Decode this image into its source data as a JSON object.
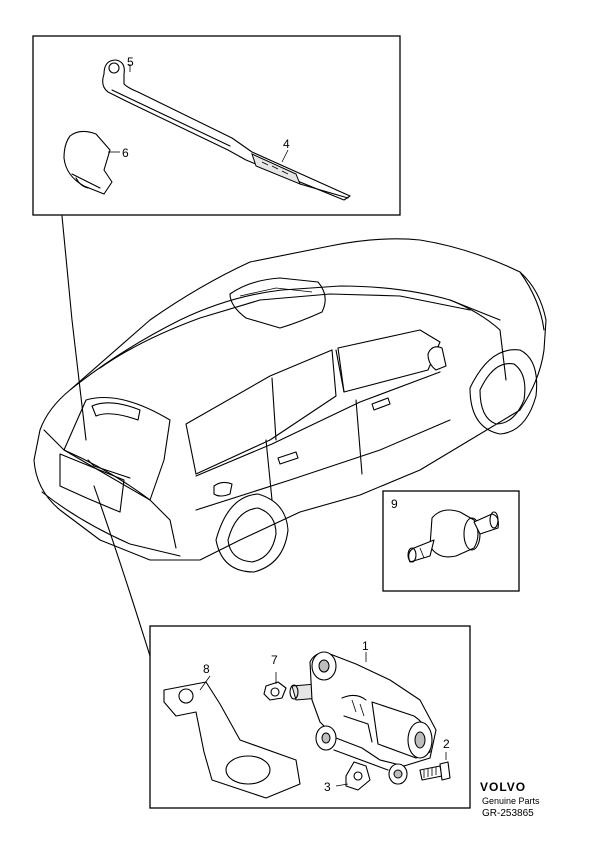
{
  "callouts": {
    "c1": "1",
    "c2": "2",
    "c3": "3",
    "c4": "4",
    "c5": "5",
    "c6": "6",
    "c7": "7",
    "c8": "8",
    "c9": "9"
  },
  "brand": {
    "logo": "VOLVO",
    "tagline": "Genuine Parts",
    "reference": "GR-253865"
  }
}
